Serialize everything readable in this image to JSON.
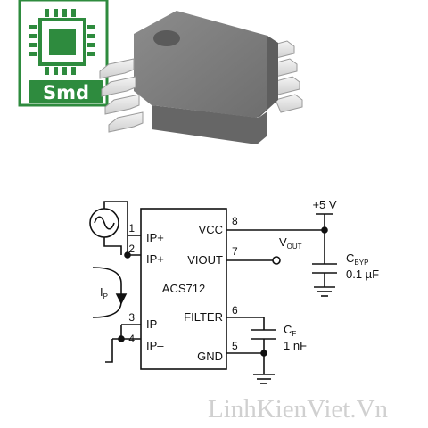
{
  "logo": {
    "text": "Smd",
    "color": "#2e8b3e"
  },
  "package": {
    "body_color": "#7a7a7a",
    "lead_color": "#e6e6e6"
  },
  "schematic": {
    "ic_name": "ACS712",
    "pins": [
      {
        "num": "1",
        "label": "IP+"
      },
      {
        "num": "2",
        "label": "IP+"
      },
      {
        "num": "3",
        "label": "IP–"
      },
      {
        "num": "4",
        "label": "IP–"
      },
      {
        "num": "5",
        "label": "GND"
      },
      {
        "num": "6",
        "label": "FILTER"
      },
      {
        "num": "7",
        "label": "VIOUT"
      },
      {
        "num": "8",
        "label": "VCC"
      }
    ],
    "supply": "+5 V",
    "vout": {
      "main": "V",
      "sub": "OUT"
    },
    "cbyp": {
      "main": "C",
      "sub": "BYP",
      "value": "0.1 µF"
    },
    "cf": {
      "main": "C",
      "sub": "F",
      "value": "1 nF"
    },
    "ip": {
      "main": "I",
      "sub": "P"
    }
  },
  "watermark": "LinhKienViet.Vn"
}
